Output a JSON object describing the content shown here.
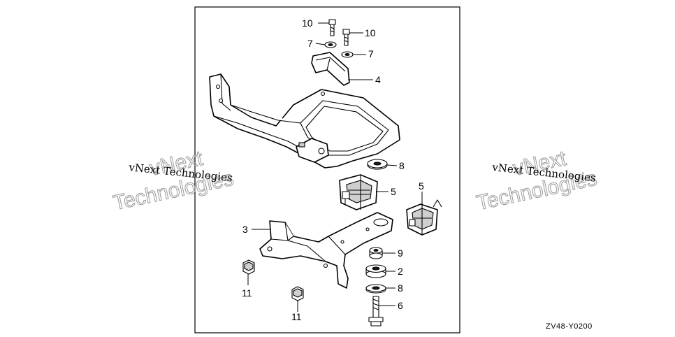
{
  "diagram": {
    "callouts": [
      "10",
      "10",
      "7",
      "7",
      "4",
      "8",
      "5",
      "5",
      "3",
      "9",
      "2",
      "8",
      "6",
      "11",
      "11"
    ],
    "code": "ZV48-Y0200"
  },
  "watermark": {
    "small": "vNext Technologies",
    "big_line1": "vNext",
    "big_line2": "Technologies"
  }
}
